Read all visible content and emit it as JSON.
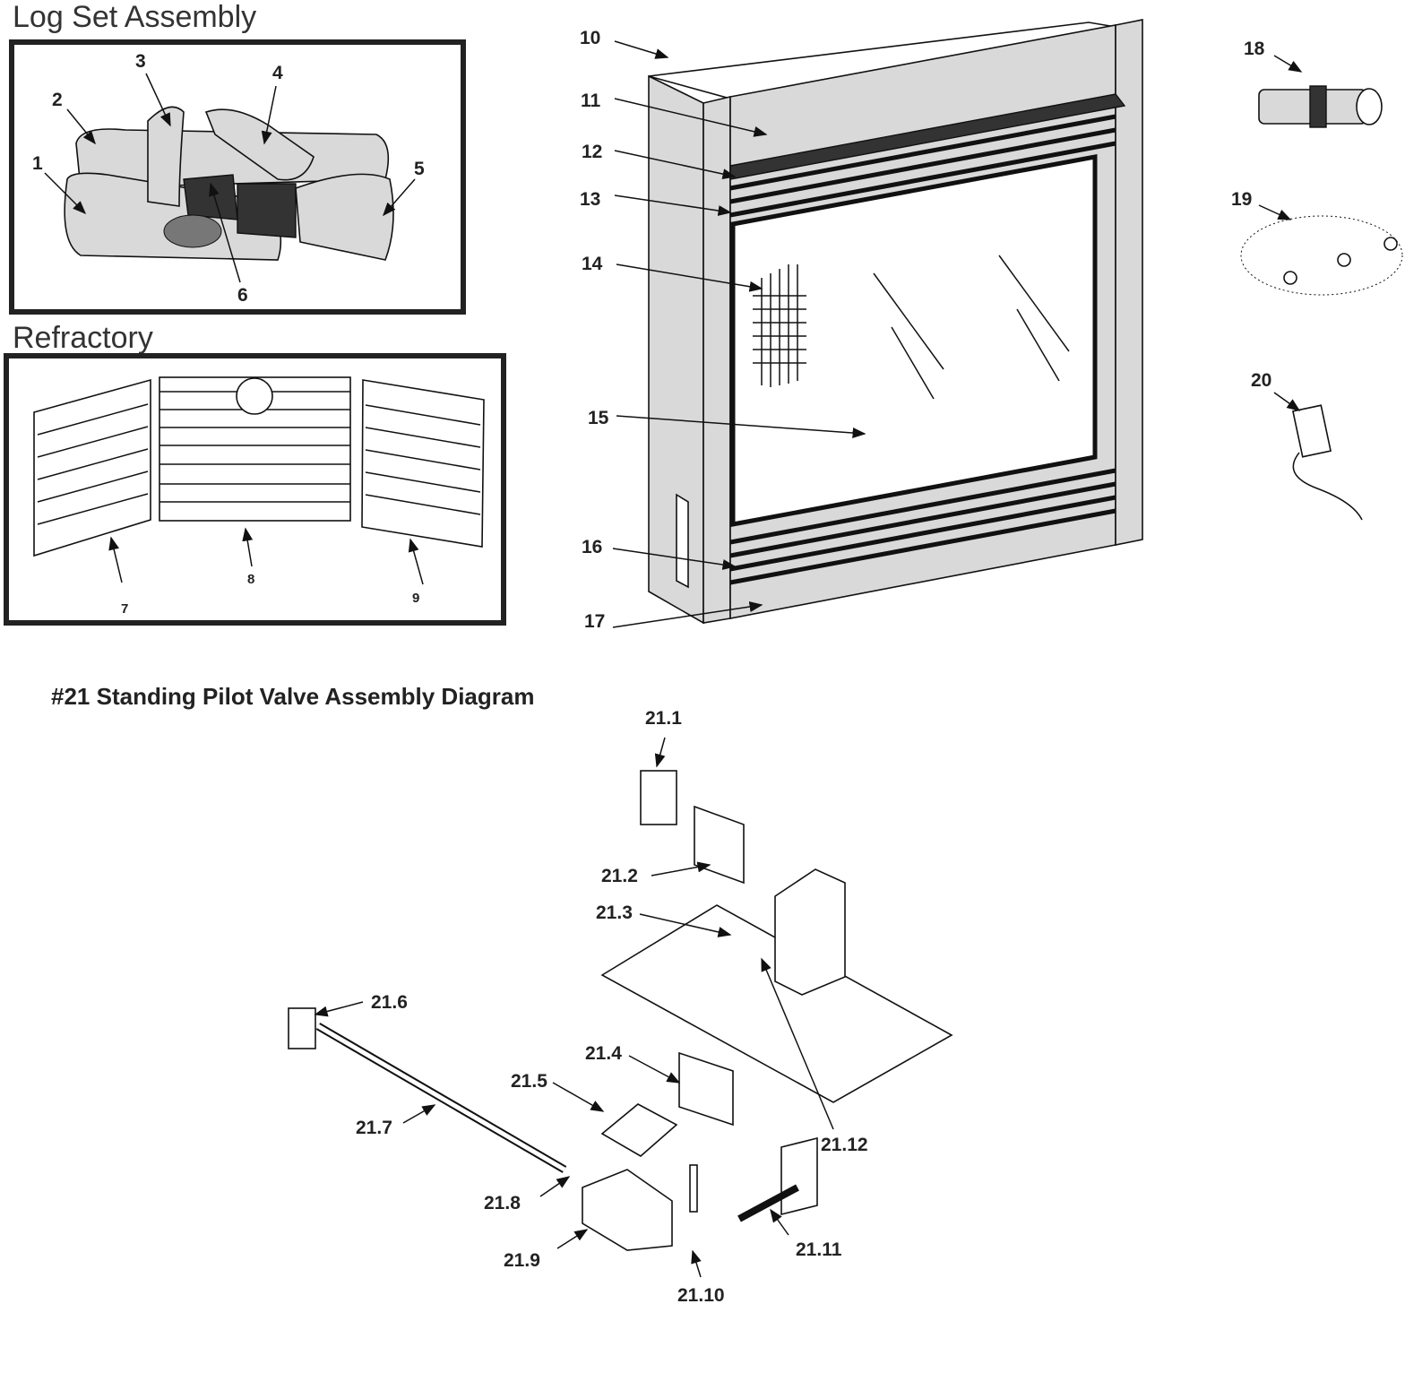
{
  "log_set": {
    "title": "Log Set Assembly",
    "callouts": [
      "1",
      "2",
      "3",
      "4",
      "5",
      "6"
    ]
  },
  "refractory": {
    "title": "Refractory",
    "callouts": [
      "7",
      "8",
      "9"
    ]
  },
  "fireplace": {
    "callouts": [
      "10",
      "11",
      "12",
      "13",
      "14",
      "15",
      "16",
      "17"
    ]
  },
  "accessories": {
    "callouts": [
      "18",
      "19",
      "20"
    ]
  },
  "valve_assembly": {
    "title": "#21 Standing Pilot Valve Assembly Diagram",
    "callouts": [
      "21.1",
      "21.2",
      "21.3",
      "21.4",
      "21.5",
      "21.6",
      "21.7",
      "21.8",
      "21.9",
      "21.10",
      "21.11",
      "21.12"
    ]
  }
}
